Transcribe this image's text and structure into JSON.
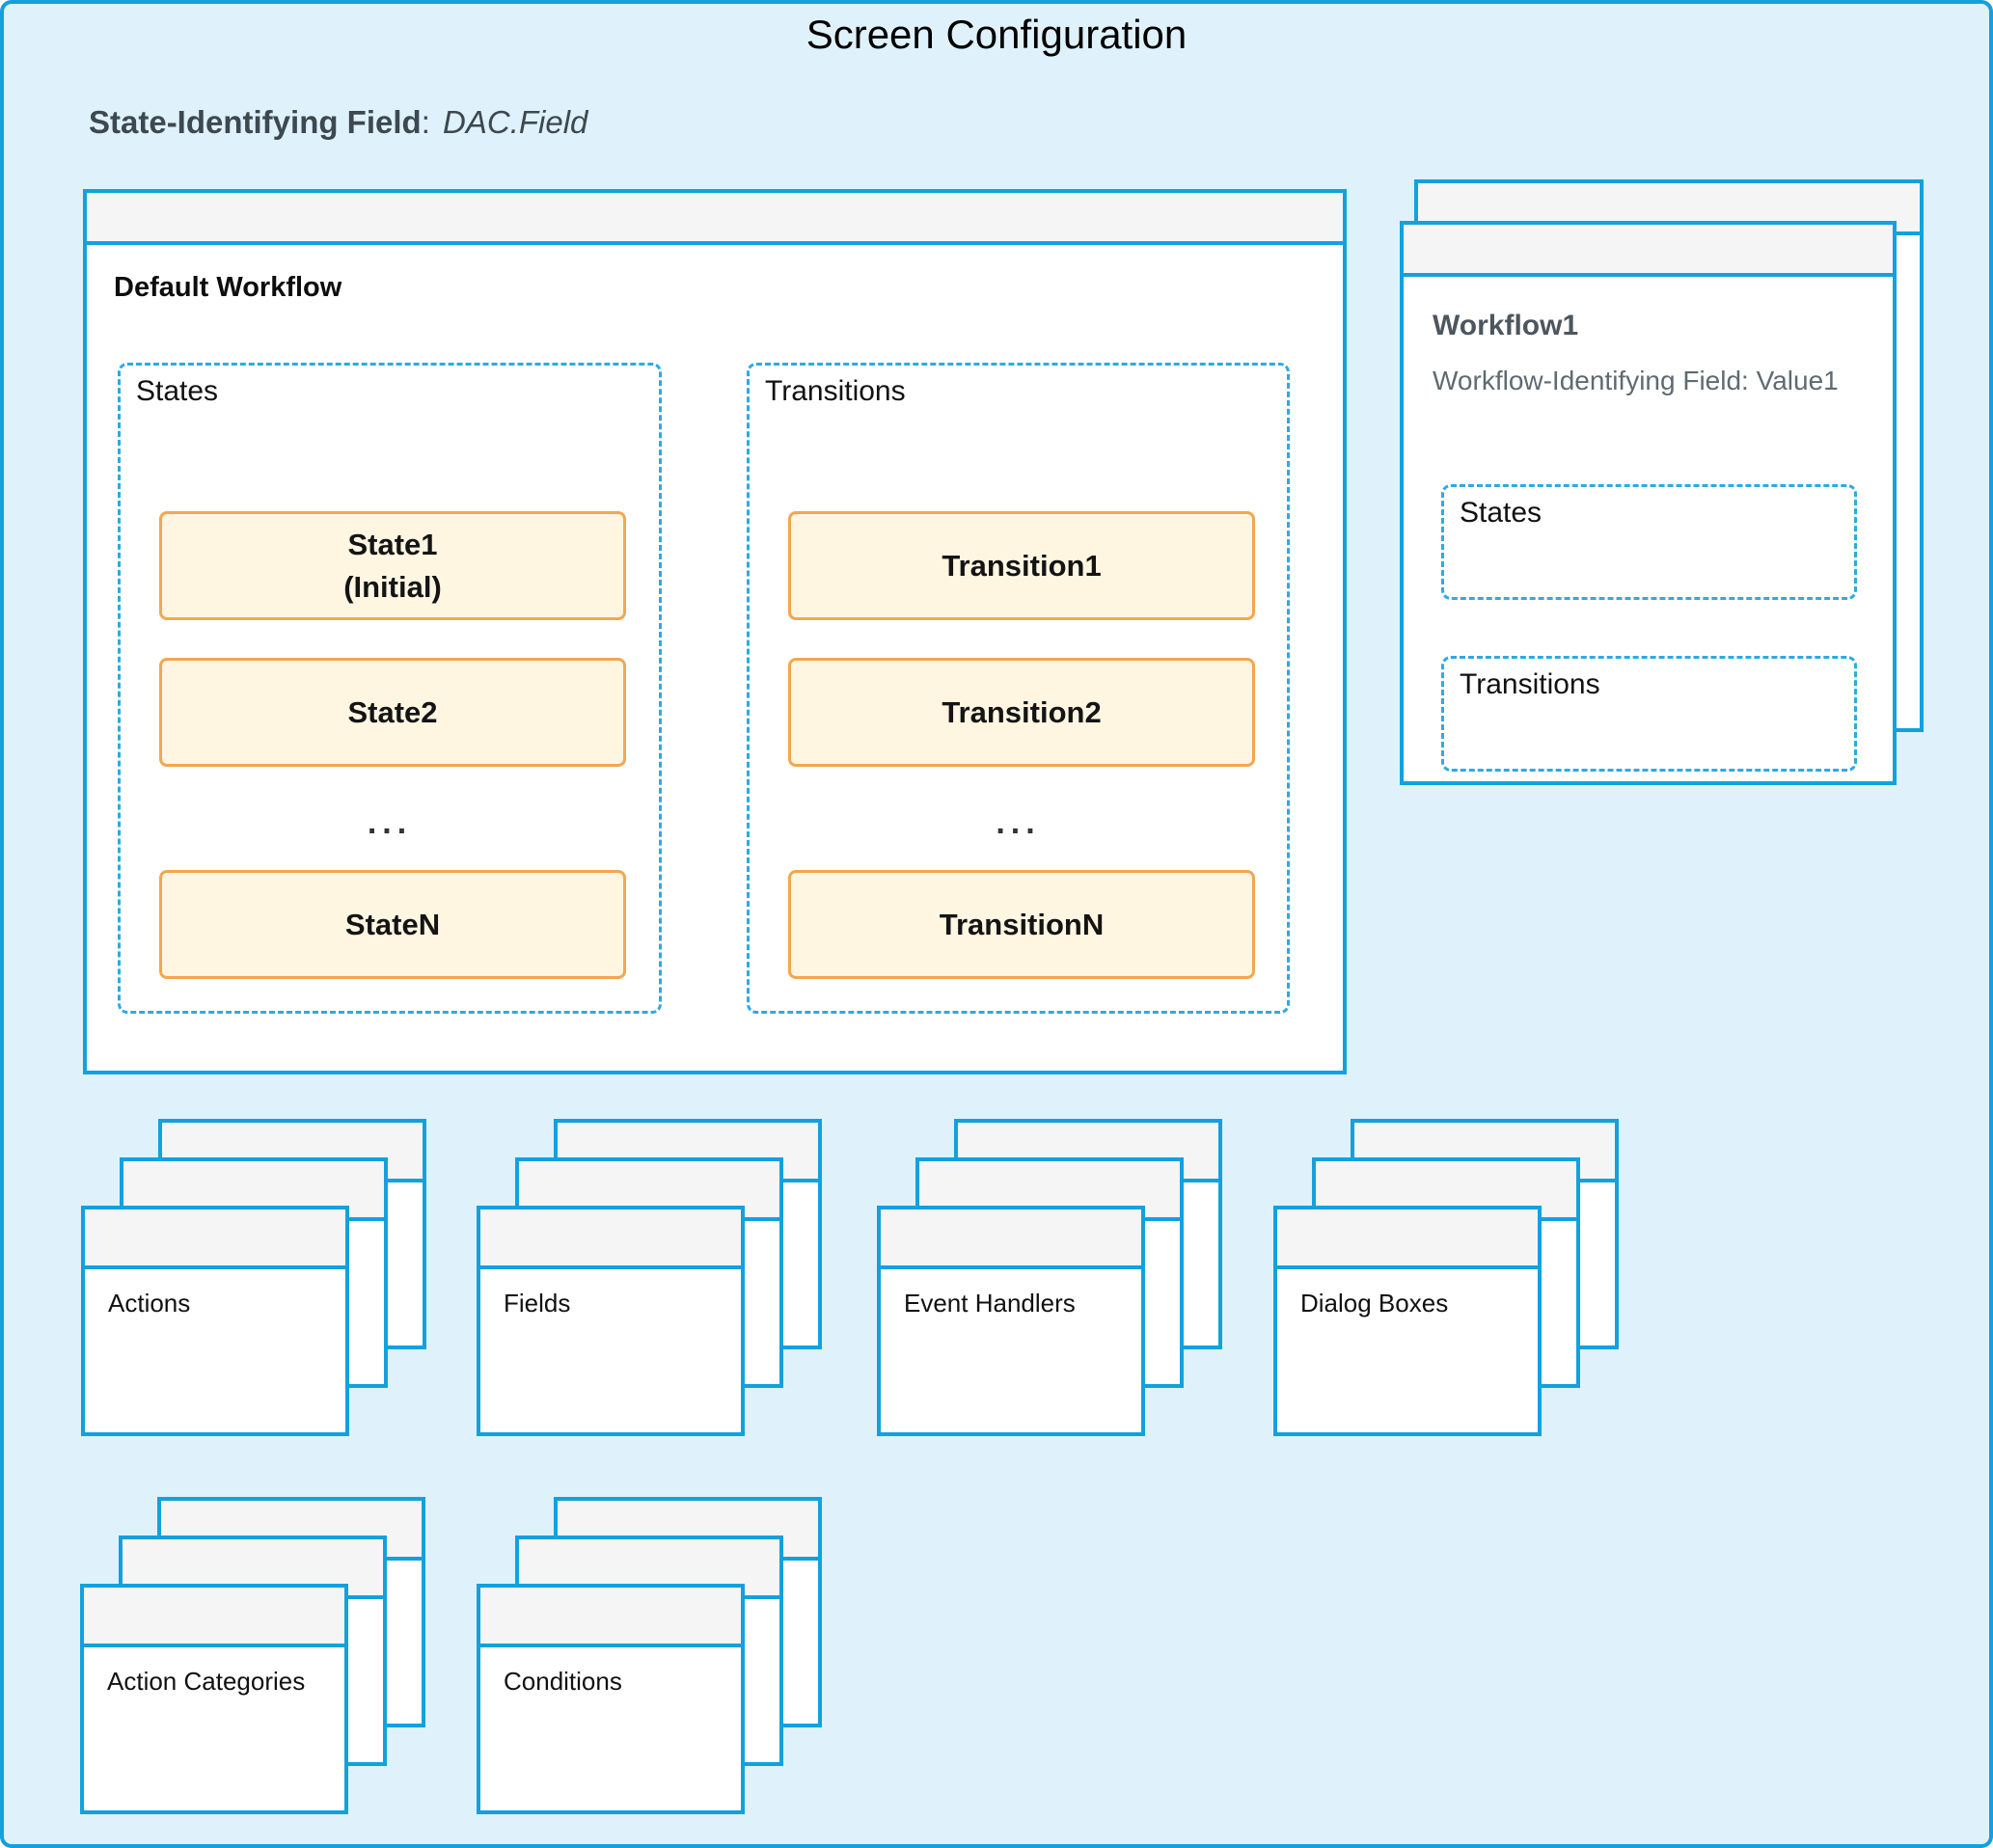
{
  "page_title": "Screen Configuration",
  "state_identifying": {
    "label": "State-Identifying Field",
    "separator": ": ",
    "value": "DAC.Field"
  },
  "default_workflow": {
    "title": "Default Workflow",
    "states_panel": {
      "label": "States",
      "item1_line1": "State1",
      "item1_line2": "(Initial)",
      "item2": "State2",
      "ellipsis": "...",
      "itemN": "StateN"
    },
    "transitions_panel": {
      "label": "Transitions",
      "item1": "Transition1",
      "item2": "Transition2",
      "ellipsis": "...",
      "itemN": "TransitionN"
    }
  },
  "workflow1_card": {
    "title": "Workflow1",
    "identifying_line": "Workflow-Identifying Field: Value1",
    "states_label": "States",
    "transitions_label": "Transitions"
  },
  "entity_stacks_row1": [
    {
      "label": "Actions"
    },
    {
      "label": "Fields"
    },
    {
      "label": "Event Handlers"
    },
    {
      "label": "Dialog Boxes"
    }
  ],
  "entity_stacks_row2": [
    {
      "label": "Action Categories"
    },
    {
      "label": "Conditions"
    }
  ],
  "colors": {
    "accent_blue": "#13a1de",
    "dashed_blue": "#2fa9e2",
    "titlebar_gray": "#f5f5f5",
    "orange_border": "#f2a750",
    "orange_fill": "#fff6e2",
    "background_blue": "#dff2fb"
  }
}
